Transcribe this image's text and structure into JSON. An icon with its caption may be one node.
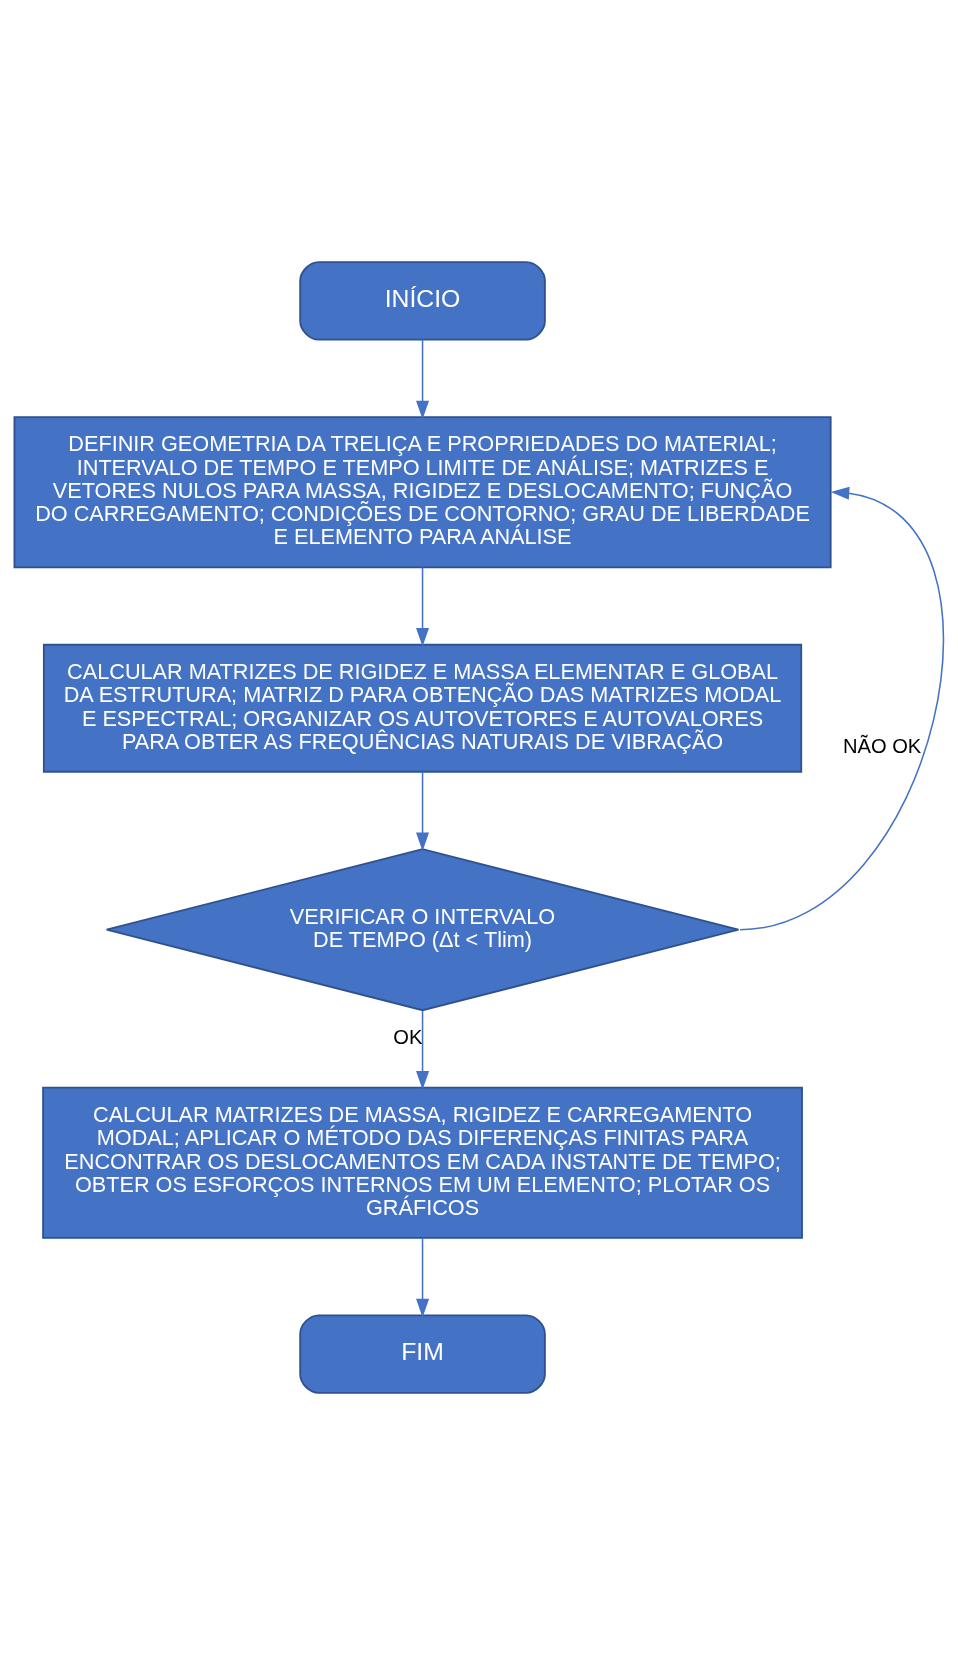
{
  "diagram": {
    "nodes": [
      {
        "text": [
          "INÍCIO"
        ]
      },
      {
        "text": [
          "DEFINIR GEOMETRIA DA TRELIÇA E PROPRIEDADES DO MATERIAL; INTERVALO DE TEMPO E TEMPO LIMITE DE ANÁLISE; MATRIZES E VETORES NULOS PARA MASSA, RIGIDEZ E DESLOCAMENTO; FUNÇÃO DO CARREGAMENTO; CONDIÇÕES DE CONTORNO; GRAU DE LIBERDADE E ELEMENTO PARA ANÁLISE"
        ]
      },
      {
        "text": [
          "CALCULAR MATRIZES DE RIGIDEZ E MASSA ELEMENTAR E GLOBAL DA ESTRUTURA; MATRIZ D PARA OBTENÇÃO DAS MATRIZES MODAL E ESPECTRAL; ORGANIZAR OS AUTOVETORES E AUTOVALORES PARA OBTER AS FREQUÊNCIAS NATURAIS DE VIBRAÇÃO"
        ]
      },
      {
        "text": [
          "VERIFICAR O INTERVALO DE TEMPO (Δt < Tlim)"
        ]
      },
      {
        "text": [
          "CALCULAR MATRIZES DE MASSA, RIGIDEZ E CARREGAMENTO MODAL; APLICAR O MÉTODO DAS DIFERENÇAS FINITAS PARA ENCONTRAR OS DESLOCAMENTOS EM CADA INSTANTE DE TEMPO; OBTER OS ESFORÇOS INTERNOS EM UM ELEMENTO; PLOTAR OS GRÁFICOS"
        ]
      },
      {
        "text": [
          "FIM"
        ]
      }
    ],
    "edges": [
      {
        "from": 0,
        "to": 1,
        "arrow": "to"
      },
      {
        "from": 1,
        "to": 2,
        "arrow": "to"
      },
      {
        "from": 2,
        "to": 3,
        "arrow": "to"
      },
      {
        "from": 3,
        "to": 1,
        "arrow": "to",
        "label": "NÃO OK"
      },
      {
        "from": 3,
        "to": 4,
        "arrow": "to",
        "label": "OK"
      },
      {
        "from": 4,
        "to": 5,
        "arrow": "to"
      }
    ]
  }
}
